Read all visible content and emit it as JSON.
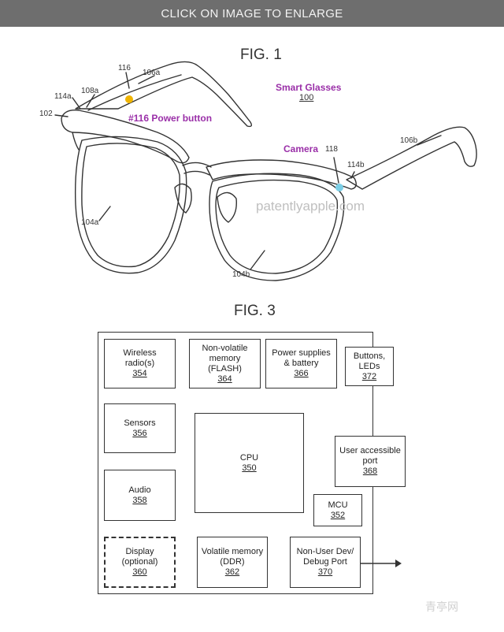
{
  "banner": {
    "text": "CLICK ON IMAGE TO ENLARGE"
  },
  "fig1": {
    "title": "FIG. 1",
    "labels": {
      "l116": "116",
      "l106a": "106a",
      "l108a": "108a",
      "l114a": "114a",
      "l102": "102",
      "l104a": "104a",
      "l104b": "104b",
      "l106b": "106b",
      "l114b": "114b",
      "l118": "118"
    },
    "smart_glasses_label": "Smart Glasses",
    "smart_glasses_num": "100",
    "power_button_label": "#116 Power button",
    "camera_label": "Camera",
    "watermark": "patentlyapple.com",
    "colors": {
      "power_dot": "#f0b400",
      "camera_dot": "#7ccfe6",
      "accent": "#9a2fa8"
    }
  },
  "fig3": {
    "title": "FIG. 3",
    "blocks": {
      "wireless": {
        "label": "Wireless radio(s)",
        "num": "354"
      },
      "nonvolatile": {
        "label": "Non-volatile memory (FLASH)",
        "num": "364"
      },
      "power": {
        "label": "Power supplies & battery",
        "num": "366"
      },
      "buttons": {
        "label": "Buttons, LEDs",
        "num": "372"
      },
      "sensors": {
        "label": "Sensors",
        "num": "356"
      },
      "cpu": {
        "label": "CPU",
        "num": "350"
      },
      "user_port": {
        "label": "User accessible port",
        "num": "368"
      },
      "audio": {
        "label": "Audio",
        "num": "358"
      },
      "mcu": {
        "label": "MCU",
        "num": "352"
      },
      "display": {
        "label": "Display (optional)",
        "num": "360"
      },
      "volatile": {
        "label": "Volatile memory (DDR)",
        "num": "362"
      },
      "debug": {
        "label": "Non-User Dev/ Debug Port",
        "num": "370"
      }
    }
  },
  "logo": {
    "text": "青亭网"
  }
}
